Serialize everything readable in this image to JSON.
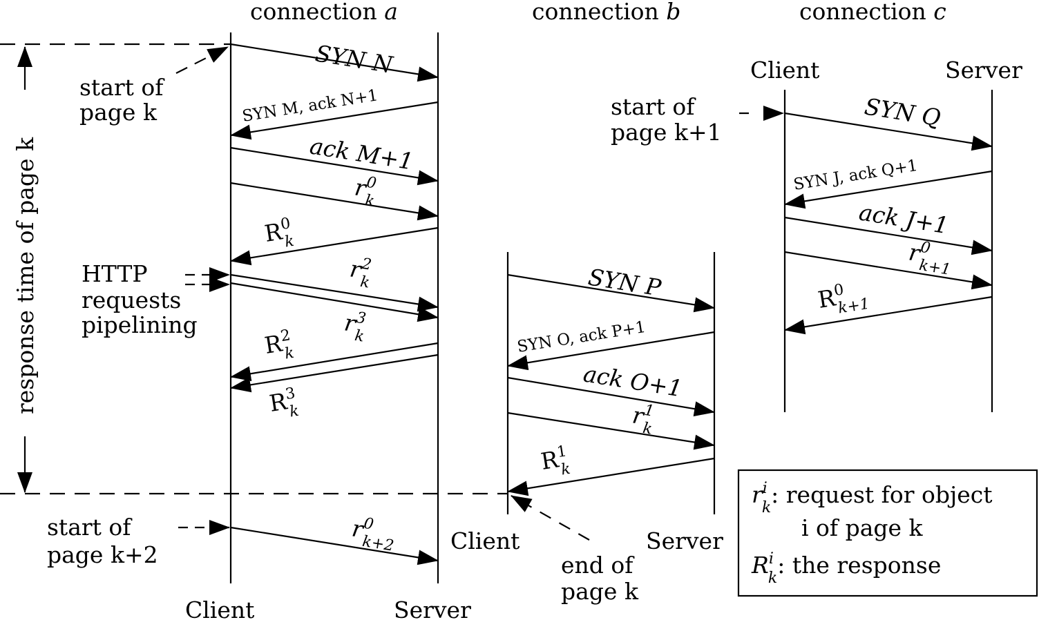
{
  "connections": [
    {
      "id": "a",
      "title_prefix": "connection ",
      "title_var": "a",
      "client_label": "Client",
      "server_label": "Server",
      "messages": [
        {
          "dir": "right",
          "label": "SYN N",
          "kind": "math"
        },
        {
          "dir": "left",
          "label": "SYN M, ack N+1",
          "kind": "small"
        },
        {
          "dir": "right",
          "label": "ack M+1",
          "kind": "math"
        },
        {
          "dir": "right",
          "label": "r",
          "sup": "0",
          "sub": "k",
          "kind": "req"
        },
        {
          "dir": "left",
          "label": "R",
          "sup": "0",
          "sub": "k",
          "kind": "resp"
        },
        {
          "dir": "right",
          "label": "r",
          "sup": "2",
          "sub": "k",
          "kind": "req"
        },
        {
          "dir": "right",
          "label": "r",
          "sup": "3",
          "sub": "k",
          "kind": "req"
        },
        {
          "dir": "left",
          "label": "R",
          "sup": "2",
          "sub": "k",
          "kind": "resp"
        },
        {
          "dir": "left",
          "label": "R",
          "sup": "3",
          "sub": "k",
          "kind": "resp"
        },
        {
          "dir": "right",
          "label": "r",
          "sup": "0",
          "sub": "k+2",
          "kind": "req"
        }
      ]
    },
    {
      "id": "b",
      "title_prefix": "connection ",
      "title_var": "b",
      "client_label": "Client",
      "server_label": "Server",
      "messages": [
        {
          "dir": "right",
          "label": "SYN P",
          "kind": "math"
        },
        {
          "dir": "left",
          "label": "SYN O, ack P+1",
          "kind": "small"
        },
        {
          "dir": "right",
          "label": "ack O+1",
          "kind": "math"
        },
        {
          "dir": "right",
          "label": "r",
          "sup": "1",
          "sub": "k",
          "kind": "req"
        },
        {
          "dir": "left",
          "label": "R",
          "sup": "1",
          "sub": "k",
          "kind": "resp"
        }
      ]
    },
    {
      "id": "c",
      "title_prefix": "connection ",
      "title_var": "c",
      "client_label": "Client",
      "server_label": "Server",
      "messages": [
        {
          "dir": "right",
          "label": "SYN Q",
          "kind": "math"
        },
        {
          "dir": "left",
          "label": "SYN J, ack Q+1",
          "kind": "small"
        },
        {
          "dir": "right",
          "label": "ack J+1",
          "kind": "math"
        },
        {
          "dir": "right",
          "label": "r",
          "sup": "0",
          "sub": "k+1",
          "kind": "req"
        },
        {
          "dir": "left",
          "label": "R",
          "sup": "0",
          "sub": "k+1",
          "kind": "resp"
        }
      ]
    }
  ],
  "annotations": {
    "start_page_k": [
      "start of",
      "page k"
    ],
    "start_page_k1": [
      "start of",
      "page k+1"
    ],
    "start_page_k2": [
      "start of",
      "page k+2"
    ],
    "end_page_k": [
      "end of",
      "page k"
    ],
    "pipelining": [
      "HTTP",
      "requests",
      "pipelining"
    ],
    "response_time": "response time of page k"
  },
  "legend": {
    "req_symbol": "r",
    "resp_symbol": "R",
    "sup": "i",
    "sub": "k",
    "req_text_line1": "request for object",
    "req_text_line2": "i of page k",
    "resp_text": "the response"
  }
}
